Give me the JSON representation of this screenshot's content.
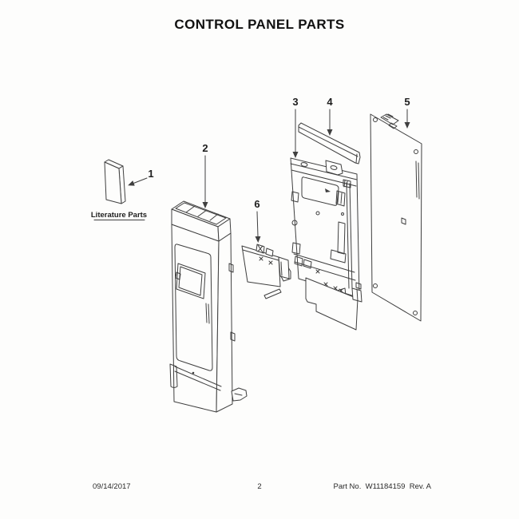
{
  "page": {
    "title": "CONTROL PANEL PARTS",
    "footer": {
      "date": "09/14/2017",
      "page_number": "2",
      "part_number": "Part No.  W11184159  Rev. A"
    }
  },
  "diagram": {
    "literature_label": "Literature Parts",
    "ink_color": "#3f3f3f",
    "callouts": [
      {
        "label": "1"
      },
      {
        "label": "2"
      },
      {
        "label": "3"
      },
      {
        "label": "4"
      },
      {
        "label": "5"
      },
      {
        "label": "6"
      }
    ]
  }
}
